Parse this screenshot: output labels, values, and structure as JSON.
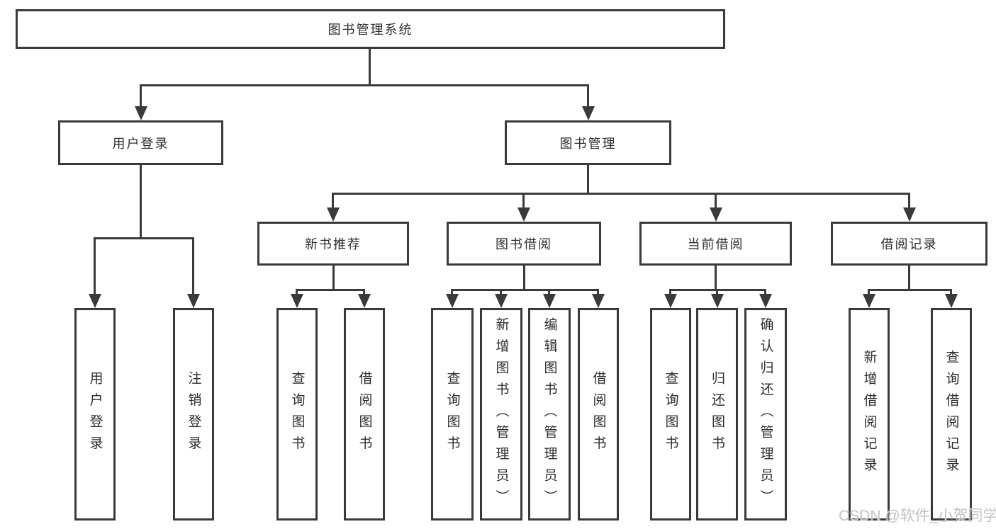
{
  "diagram": {
    "colors": {
      "line": "#3a3a3a",
      "box_border": "#3a3a3a",
      "box_background": "#ffffff",
      "text": "#2e2e2e",
      "watermark": "#c3c3c3"
    },
    "nodes": {
      "root": "图书管理系统",
      "login": "用户登录",
      "mgmt": "图书管理",
      "login_children": [
        "用户登录",
        "注销登录"
      ],
      "branches": [
        {
          "label": "新书推荐",
          "children": [
            "查询图书",
            "借阅图书"
          ]
        },
        {
          "label": "图书借阅",
          "children": [
            "查询图书",
            "新增图书（管理员）",
            "编辑图书（管理员）",
            "借阅图书"
          ]
        },
        {
          "label": "当前借阅",
          "children": [
            "查询图书",
            "归还图书",
            "确认归还（管理员）"
          ]
        },
        {
          "label": "借阅记录",
          "children": [
            "新增借阅记录",
            "查询借阅记录"
          ]
        }
      ]
    },
    "watermark": "CSDN @软件_小贺同学"
  }
}
